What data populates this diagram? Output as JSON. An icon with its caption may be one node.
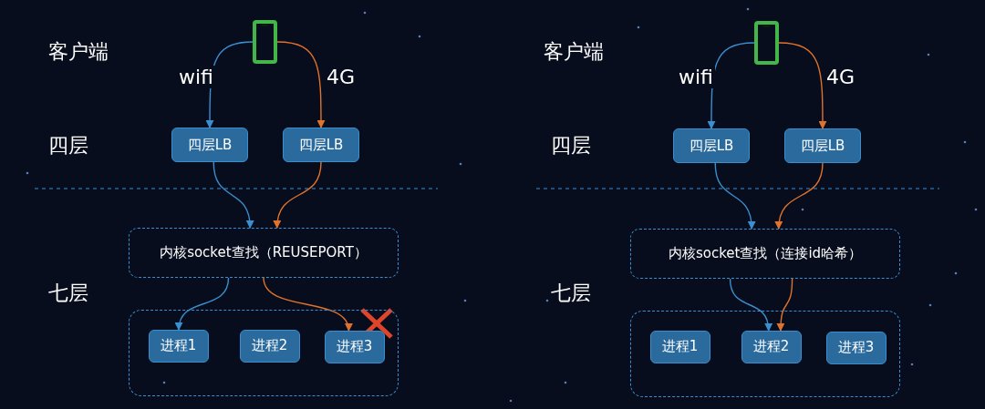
{
  "diagram": {
    "nodes": [
      {
        "text": [],
        "shape": "phone"
      },
      {
        "text": [
          "四层LB"
        ]
      },
      {
        "text": [
          "四层LB"
        ]
      },
      {
        "text": [
          "内核socket查找（REUSEPORT）"
        ]
      },
      {
        "text": [],
        "shape": "box"
      },
      {
        "text": [
          "进程1"
        ],
        "in": 4
      },
      {
        "text": [
          "进程2"
        ],
        "in": 4
      },
      {
        "text": [
          "进程3"
        ],
        "in": 4
      },
      {
        "text": [],
        "shape": "phone"
      },
      {
        "text": [
          "四层LB"
        ]
      },
      {
        "text": [
          "四层LB"
        ]
      },
      {
        "text": [
          "内核socket查找（连接id哈希）"
        ]
      },
      {
        "text": [],
        "shape": "box"
      },
      {
        "text": [
          "进程1"
        ],
        "in": 12
      },
      {
        "text": [
          "进程2"
        ],
        "in": 12
      },
      {
        "text": [
          "进程3"
        ],
        "in": 12
      }
    ],
    "edges": [
      {
        "from": 0,
        "to": 1,
        "arrow": "to",
        "label": "wifi"
      },
      {
        "from": 0,
        "to": 2,
        "arrow": "to",
        "label": "4G",
        "color": "#e0722c"
      },
      {
        "from": 1,
        "to": 3,
        "arrow": "to"
      },
      {
        "from": 2,
        "to": 3,
        "arrow": "to",
        "color": "#e0722c"
      },
      {
        "from": 3,
        "to": 5,
        "arrow": "to"
      },
      {
        "from": 3,
        "to": 7,
        "arrow": "to",
        "color": "#e0722c"
      },
      {
        "from": 8,
        "to": 9,
        "arrow": "to",
        "label": "wifi"
      },
      {
        "from": 8,
        "to": 10,
        "arrow": "to",
        "label": "4G",
        "color": "#e0722c"
      },
      {
        "from": 9,
        "to": 11,
        "arrow": "to"
      },
      {
        "from": 10,
        "to": 11,
        "arrow": "to",
        "color": "#e0722c"
      },
      {
        "from": 11,
        "to": 14,
        "arrow": "to"
      },
      {
        "from": 11,
        "to": 14,
        "arrow": "to",
        "color": "#e0722c"
      }
    ],
    "labels": [
      "客户端",
      "四层",
      "七层",
      "客户端",
      "四层",
      "七层"
    ]
  }
}
